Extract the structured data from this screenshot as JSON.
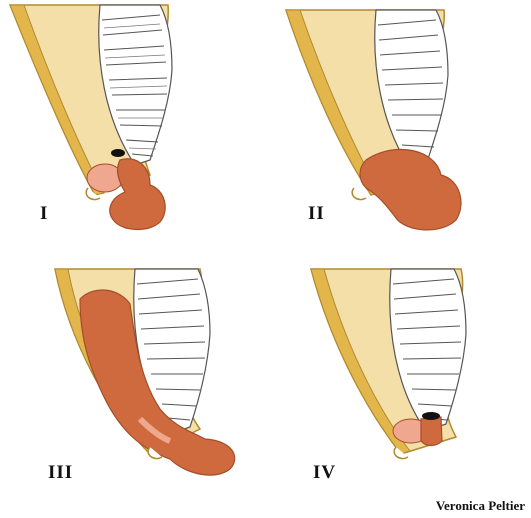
{
  "panels": [
    {
      "label": "I"
    },
    {
      "label": "II"
    },
    {
      "label": "III"
    },
    {
      "label": "IV"
    }
  ],
  "credit": "Veronica Peltier",
  "colors": {
    "tissue": "#f5dfa8",
    "wall": "#e3b64c",
    "wall_edge": "#b08a2e",
    "organ": "#cf6a3f",
    "organ_dark": "#a44d2a",
    "pink": "#f0a78f",
    "spine_line": "#555555",
    "spine_fill": "#ffffff"
  }
}
